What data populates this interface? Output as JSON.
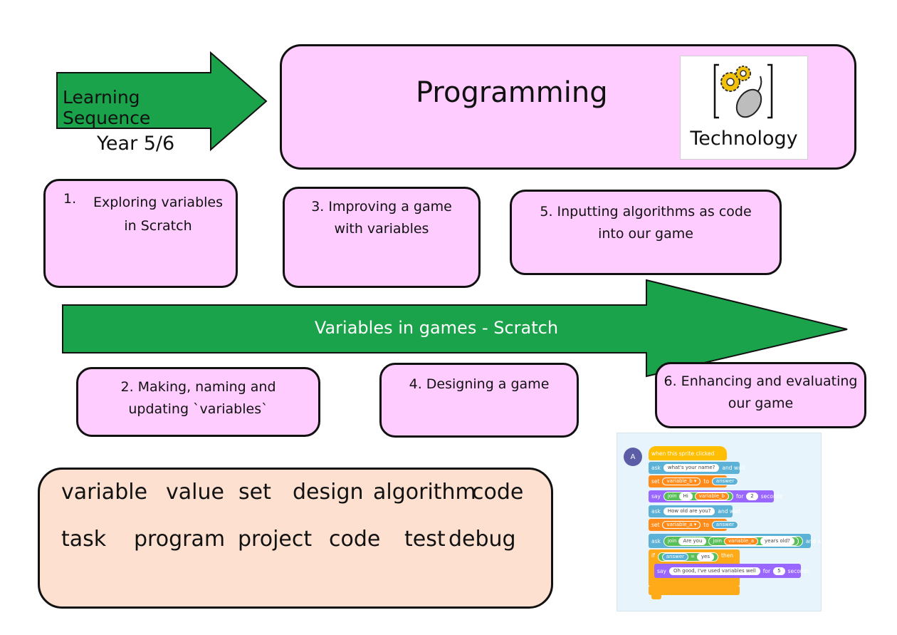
{
  "header": {
    "sequence_label": "Learning Sequence",
    "year_label": "Year 5/6",
    "title": "Programming",
    "badge_label": "Technology"
  },
  "colors": {
    "arrow_green": "#1aa34a",
    "card_pink": "#ffccff",
    "vocab_peach": "#fde0d0"
  },
  "lessons": [
    {
      "number": "1.",
      "text": "Exploring variables in Scratch"
    },
    {
      "text": "2. Making, naming and updating `variables`"
    },
    {
      "text": "3. Improving a game with variables"
    },
    {
      "text": "4. Designing a game"
    },
    {
      "text": "5. Inputting algorithms as code into our game"
    },
    {
      "text": "6. Enhancing and evaluating our game"
    }
  ],
  "unit_label": "Variables in games - Scratch",
  "vocabulary": {
    "row1": [
      "variable",
      "value",
      "set",
      "design",
      "algorithm",
      "code"
    ],
    "row2": [
      "task",
      "program",
      "project",
      "code",
      "test",
      "debug"
    ]
  },
  "scratch": {
    "avatar": "A",
    "hat": "when this sprite clicked",
    "ask1": "ask",
    "ask1_q": "what's your name?",
    "and_wait": "and wait",
    "set1": "set",
    "var_b": "variable_b ▾",
    "to": "to",
    "answer": "answer",
    "say1": "say",
    "join": "join",
    "hi": "Hi",
    "var_b_rep": "variable_b",
    "for": "for",
    "two": "2",
    "seconds": "seconds",
    "ask2": "ask",
    "ask2_q": "How old are you?",
    "set2": "set",
    "var_a": "variable_a ▾",
    "ask3": "ask",
    "are_you": "Are you",
    "var_a_rep": "variable_a",
    "years_old": "years old?",
    "if": "if",
    "equals": "=",
    "yes": "yes",
    "then": "then",
    "say2": "say",
    "say2_text": "Oh good, I've used variables well",
    "five": "5"
  }
}
